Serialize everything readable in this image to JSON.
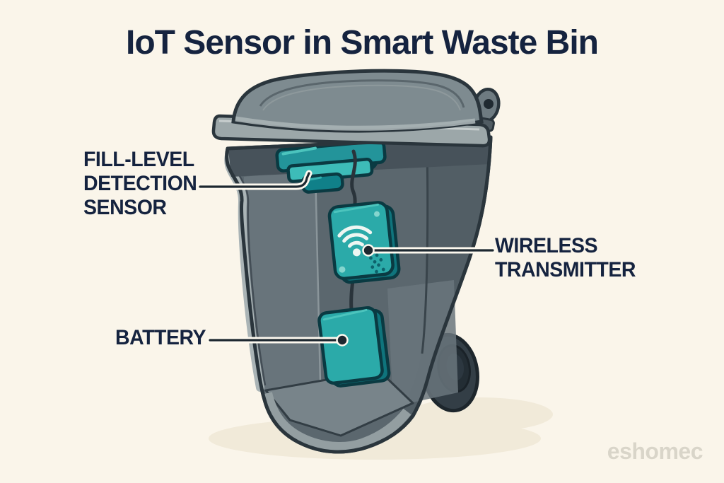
{
  "title": "IoT Sensor in Smart Waste Bin",
  "watermark": "eshomec",
  "labels": {
    "fill_sensor": {
      "lines": [
        "FILL-LEVEL",
        "DETECTION",
        "SENSOR"
      ]
    },
    "transmitter": {
      "lines": [
        "WIRELESS",
        "TRANSMITTER"
      ]
    },
    "battery": {
      "lines": [
        "BATTERY"
      ]
    }
  },
  "icons": {
    "wifi": "wifi-icon"
  },
  "components": {
    "bin": "smart waste bin",
    "sensor": "fill-level detection sensor",
    "transmitter": "wireless transmitter",
    "battery": "battery"
  },
  "colors": {
    "background": "#faf5ea",
    "text_navy": "#15233f",
    "teal": "#2baaa9",
    "teal_dark": "#0f747c",
    "teal_light": "#4cc4bd",
    "bin_gray": "#7e8b90",
    "bin_interior": "#5b676e",
    "outline": "#2a353c",
    "watermark_gray": "#d9d5c9",
    "line_dark": "#1d2830",
    "line_casing": "#fdf9ef"
  }
}
